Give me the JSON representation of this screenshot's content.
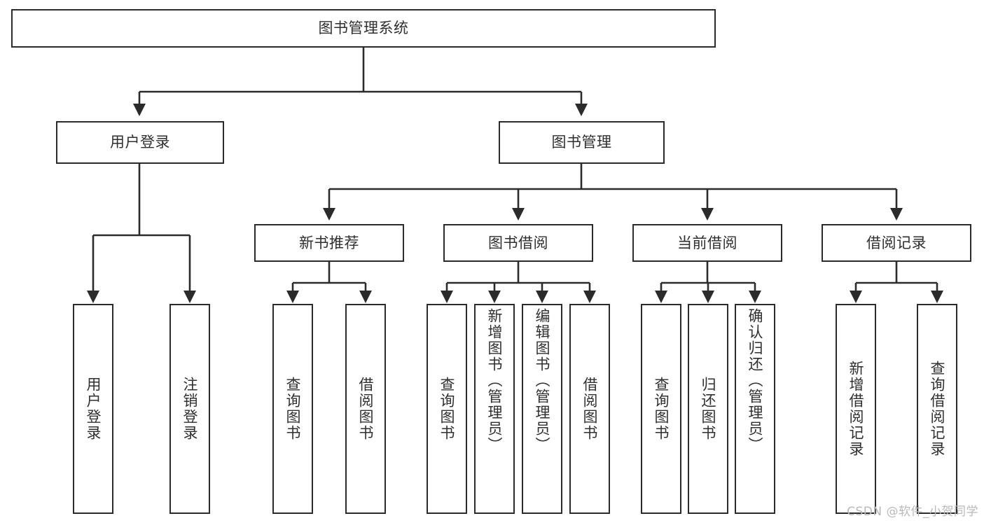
{
  "diagram": {
    "title": "图书管理系统",
    "type": "tree-hierarchy-diagram",
    "watermark": "CSDN @软件_小贺同学",
    "colors": {
      "background": "#ffffff",
      "box_border": "#2b2b2b",
      "box_fill": "#ffffff",
      "text": "#2f2f2f",
      "edge": "#2b2b2b",
      "watermark": "#b9b9b9"
    },
    "root": {
      "label": "图书管理系统"
    },
    "level2": [
      {
        "label": "用户登录"
      },
      {
        "label": "图书管理"
      }
    ],
    "level3": [
      {
        "label": "新书推荐"
      },
      {
        "label": "图书借阅"
      },
      {
        "label": "当前借阅"
      },
      {
        "label": "借阅记录"
      }
    ],
    "leaves": {
      "user_login": [
        {
          "label": "用户登录"
        },
        {
          "label": "注销登录"
        }
      ],
      "new_book_recommend": [
        {
          "label": "查询图书"
        },
        {
          "label": "借阅图书"
        }
      ],
      "book_borrow": [
        {
          "label": "查询图书"
        },
        {
          "label": "新增图书（管理员）"
        },
        {
          "label": "编辑图书（管理员）"
        },
        {
          "label": "借阅图书"
        }
      ],
      "current_borrow": [
        {
          "label": "查询图书"
        },
        {
          "label": "归还图书"
        },
        {
          "label": "确认归还（管理员）"
        }
      ],
      "borrow_record": [
        {
          "label": "新增借阅记录"
        },
        {
          "label": "查询借阅记录"
        }
      ]
    }
  }
}
